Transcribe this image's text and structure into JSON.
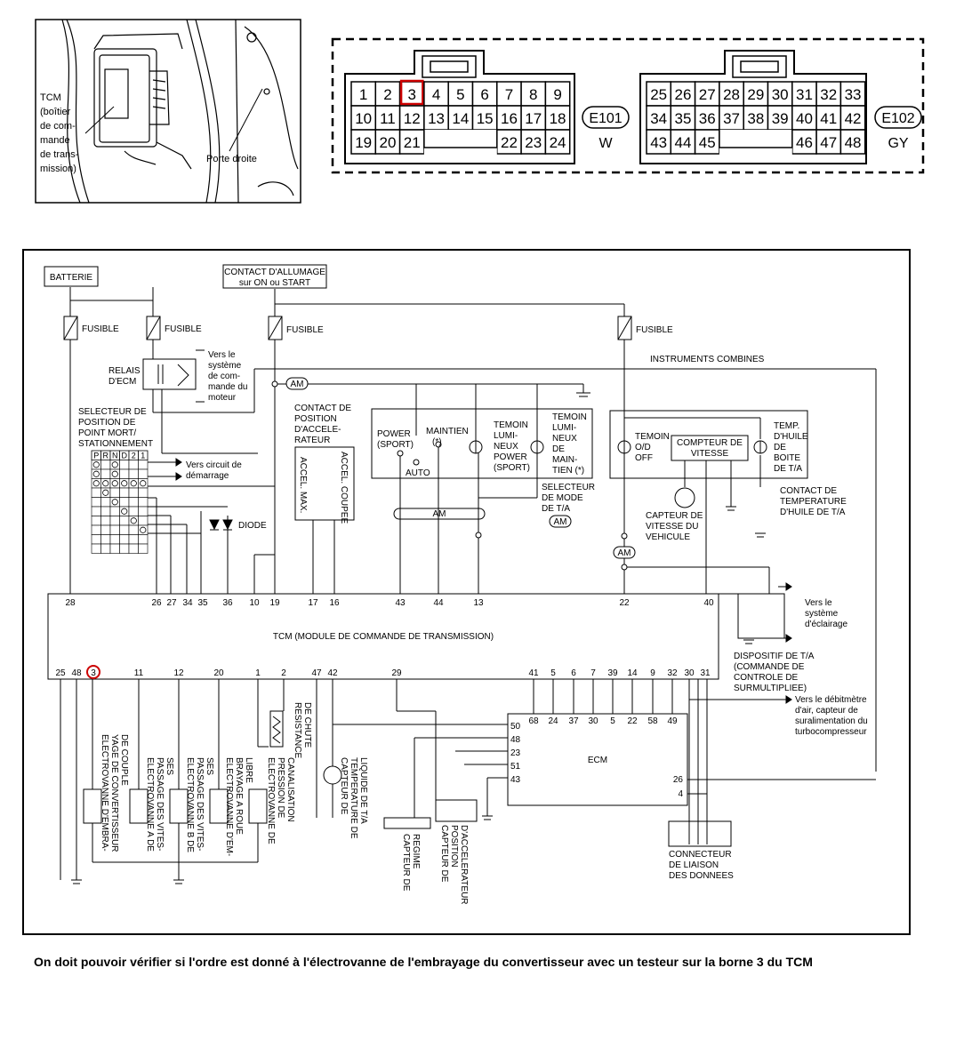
{
  "photo": {
    "labels": [
      "TCM",
      "(boîtier",
      "de com-",
      "mande",
      "de trans-",
      "mission)"
    ],
    "door": "Porte droite"
  },
  "connectors": {
    "e101": {
      "pins": [
        "1",
        "2",
        "3",
        "4",
        "5",
        "6",
        "7",
        "8",
        "9",
        "10",
        "11",
        "12",
        "13",
        "14",
        "15",
        "16",
        "17",
        "18",
        "19",
        "20",
        "21",
        "22",
        "23",
        "24"
      ],
      "id": "E101",
      "color": "W",
      "highlight": "3"
    },
    "e102": {
      "pins": [
        "25",
        "26",
        "27",
        "28",
        "29",
        "30",
        "31",
        "32",
        "33",
        "34",
        "35",
        "36",
        "37",
        "38",
        "39",
        "40",
        "41",
        "42",
        "43",
        "44",
        "45",
        "46",
        "47",
        "48"
      ],
      "id": "E102",
      "color": "GY"
    }
  },
  "diagram": {
    "batterie": "BATTERIE",
    "contact_line1": "CONTACT D'ALLUMAGE",
    "contact_line2": "sur ON ou START",
    "fusible": "FUSIBLE",
    "relais": [
      "RELAIS",
      "D'ECM"
    ],
    "relais_note": [
      "Vers le",
      "système",
      "de com-",
      "mande du",
      "moteur"
    ],
    "instruments": "INSTRUMENTS COMBINES",
    "am": "AM",
    "selecteur": [
      "SELECTEUR DE",
      "POSITION DE",
      "POINT MORT/",
      "STATIONNEMENT"
    ],
    "prnd": [
      "P",
      "R",
      "N",
      "D",
      "2",
      "1"
    ],
    "vers_demarrage": [
      "Vers circuit de",
      "démarrage"
    ],
    "diode": "DIODE",
    "accel_contact": [
      "CONTACT DE",
      "POSITION",
      "D'ACCELE-",
      "RATEUR"
    ],
    "accel_max": "ACCEL. MAX.",
    "accel_coupee": "ACCEL. COUPEE",
    "power": [
      "POWER",
      "(SPORT)"
    ],
    "maintien": [
      "MAINTIEN",
      "(*)"
    ],
    "auto": "AUTO",
    "temoin_power": [
      "TEMOIN",
      "LUMI-",
      "NEUX",
      "POWER",
      "(SPORT)"
    ],
    "temoin_maintien": [
      "TEMOIN",
      "LUMI-",
      "NEUX",
      "DE",
      "MAIN-",
      "TIEN (*)"
    ],
    "selecteur_mode": [
      "SELECTEUR",
      "DE MODE",
      "DE T/A"
    ],
    "temoin_od": [
      "TEMOIN",
      "O/D",
      "OFF"
    ],
    "compteur": [
      "COMPTEUR DE",
      "VITESSE"
    ],
    "temp_huile": [
      "TEMP.",
      "D'HUILE",
      "DE",
      "BOITE",
      "DE T/A"
    ],
    "contact_temp": [
      "CONTACT DE",
      "TEMPERATURE",
      "D'HUILE DE T/A"
    ],
    "capteur_vitesse": [
      "CAPTEUR DE",
      "VITESSE DU",
      "VEHICULE"
    ],
    "vers_eclairage": [
      "Vers le",
      "système",
      "d'éclairage"
    ],
    "dispositif": [
      "DISPOSITIF DE T/A",
      "(COMMANDE DE",
      "CONTROLE DE",
      "SURMULTIPLIEE)"
    ],
    "tcm_title": "TCM (MODULE DE COMMANDE DE TRANSMISSION)",
    "tcm_top_pins": [
      "28",
      "26",
      "27",
      "34",
      "35",
      "36",
      "10",
      "19",
      "17",
      "16",
      "43",
      "44",
      "13",
      "22",
      "40"
    ],
    "tcm_bottom_pins": [
      "25",
      "48",
      "3",
      "11",
      "12",
      "20",
      "1",
      "2",
      "47",
      "42",
      "29",
      "41",
      "5",
      "6",
      "7",
      "39",
      "14",
      "9",
      "32",
      "30",
      "31"
    ],
    "debitmetre": [
      "Vers le débitmètre",
      "d'air, capteur de",
      "suralimentation du",
      "turbocompresseur"
    ],
    "ecm": "ECM",
    "ecm_top_pins": [
      "68",
      "24",
      "37",
      "30",
      "5",
      "22",
      "58",
      "49"
    ],
    "ecm_left_pins": [
      "50",
      "48",
      "23",
      "51",
      "43"
    ],
    "ecm_right_pins": [
      "26",
      "4"
    ],
    "connecteur_liaison": [
      "CONNECTEUR",
      "DE LIAISON",
      "DES DONNEES"
    ],
    "ev_embrayage": [
      "ELECTROVANNE D'EMBRA-",
      "YAGE DE CONVERTISSEUR",
      "DE COUPLE"
    ],
    "ev_a": [
      "ELECTROVANNE A DE",
      "PASSAGE DES VITES-",
      "SES"
    ],
    "ev_b": [
      "ELECTROVANNE B DE",
      "PASSAGE DES VITES-",
      "SES"
    ],
    "ev_roue_libre": [
      "ELECTROVANNE D'EM-",
      "BRAYAGE A ROUE",
      "LIBRE"
    ],
    "ev_pression": [
      "ELECTROVANNE DE",
      "PRESSION DE",
      "CANALISATION"
    ],
    "resistance": [
      "RESISTANCE",
      "DE CHUTE"
    ],
    "capteur_temp": [
      "CAPTEUR DE",
      "TEMPERATURE DE",
      "LIQUIDE DE T/A"
    ],
    "capteur_regime": [
      "CAPTEUR DE",
      "REGIME"
    ],
    "capteur_position": [
      "CAPTEUR DE",
      "POSITION",
      "D'ACCELERATEUR"
    ]
  },
  "caption": "On doit pouvoir vérifier si l'ordre est donné à l'électrovanne de l'embrayage du convertisseur avec un testeur sur la borne 3 du TCM",
  "colors": {
    "highlight": "#cc0000",
    "line": "#000000"
  }
}
